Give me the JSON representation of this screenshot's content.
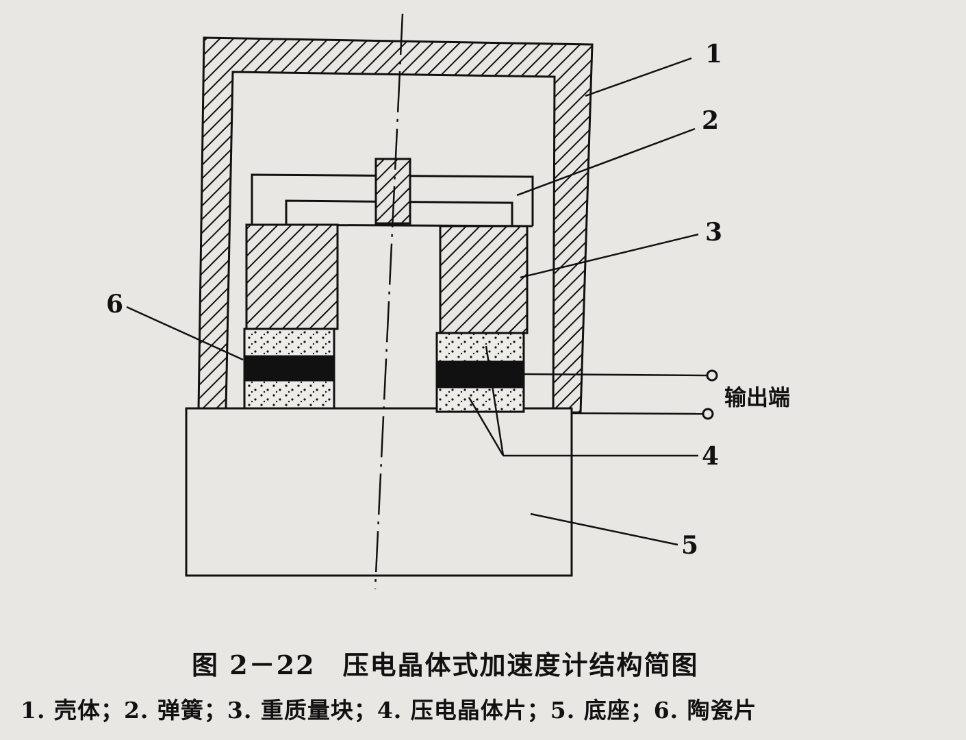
{
  "labels": {
    "n1": "1",
    "n2": "2",
    "n3": "3",
    "n4": "4",
    "n5": "5",
    "n6": "6"
  },
  "output_label": "输出端",
  "caption": "图 2－22　压电晶体式加速度计结构简图",
  "legend": "1. 壳体；2. 弹簧；3. 重质量块；4. 压电晶体片；5. 底座；6. 陶瓷片",
  "colors": {
    "paper": "#e9e7e4",
    "ink": "#111111"
  }
}
